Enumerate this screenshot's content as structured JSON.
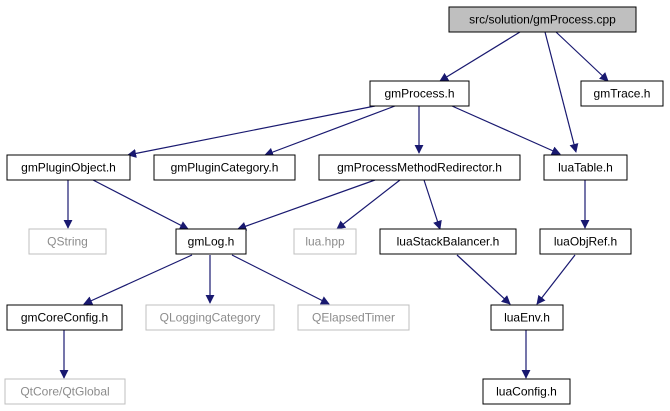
{
  "nodes": {
    "root": "src/solution/gmProcess.cpp",
    "gmProcess_h": "gmProcess.h",
    "gmTrace_h": "gmTrace.h",
    "gmPluginObject_h": "gmPluginObject.h",
    "gmPluginCategory_h": "gmPluginCategory.h",
    "gmProcessMethodRedirector_h": "gmProcessMethodRedirector.h",
    "luaTable_h": "luaTable.h",
    "QString": "QString",
    "gmLog_h": "gmLog.h",
    "lua_hpp": "lua.hpp",
    "luaStackBalancer_h": "luaStackBalancer.h",
    "luaObjRef_h": "luaObjRef.h",
    "gmCoreConfig_h": "gmCoreConfig.h",
    "QLoggingCategory": "QLoggingCategory",
    "QElapsedTimer": "QElapsedTimer",
    "luaEnv_h": "luaEnv.h",
    "QtCore_QtGlobal": "QtCore/QtGlobal",
    "luaConfig_h": "luaConfig.h"
  },
  "colors": {
    "edge": "#191970",
    "node_border": "#000000",
    "external_border": "#bfbfbf",
    "external_text": "#8c8c8c",
    "root_fill": "#bfbfbf"
  }
}
